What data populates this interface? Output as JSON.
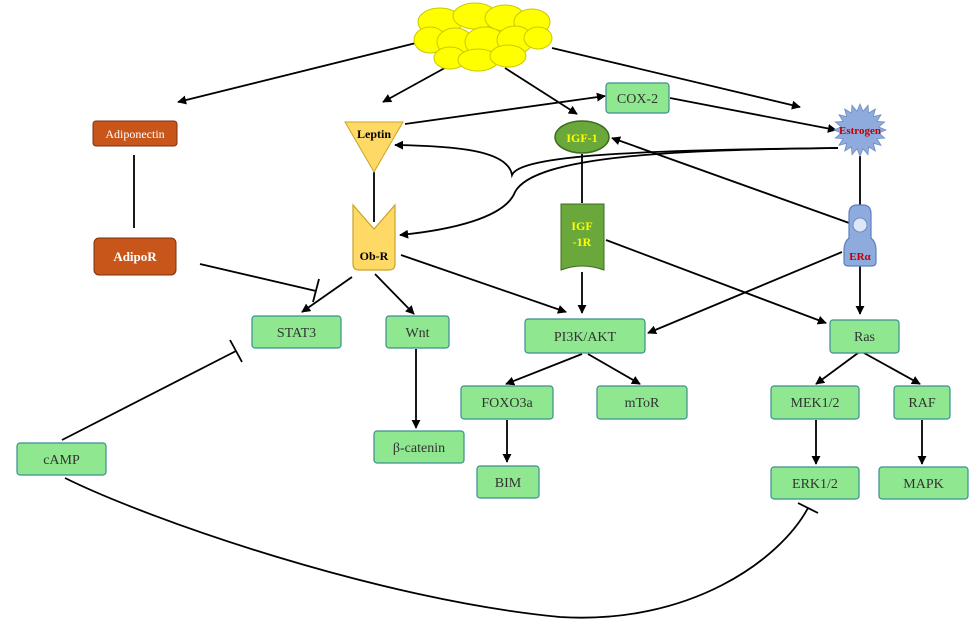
{
  "colors": {
    "green_fill": "#8FE88F",
    "green_stroke": "#3A8F8F",
    "orange_fill": "#C8561A",
    "dark_green": "#6AA83C",
    "leptin_yellow": "#FFD966",
    "adipocyte_yellow": "#FFFF00",
    "estrogen_blue": "#8FAADC",
    "era_red": "#C00000",
    "igf_text": "#FFFF00"
  },
  "nodes": {
    "adiponectin": "Adiponectin",
    "adipor": "AdipoR",
    "leptin": "Leptin",
    "obr": "Ob-R",
    "igf1": "IGF-1",
    "igf1r_line1": "IGF",
    "igf1r_line2": "-1R",
    "cox2": "COX-2",
    "estrogen": "Estrogen",
    "era": "ERα",
    "stat3": "STAT3",
    "wnt": "Wnt",
    "beta_catenin": "β-catenin",
    "pi3k_akt": "PI3K/AKT",
    "foxo3a": "FOXO3a",
    "mtor": "mToR",
    "bim": "BIM",
    "ras": "Ras",
    "mek12": "MEK1/2",
    "raf": "RAF",
    "erk12": "ERK1/2",
    "mapk": "MAPK",
    "camp": "cAMP"
  }
}
